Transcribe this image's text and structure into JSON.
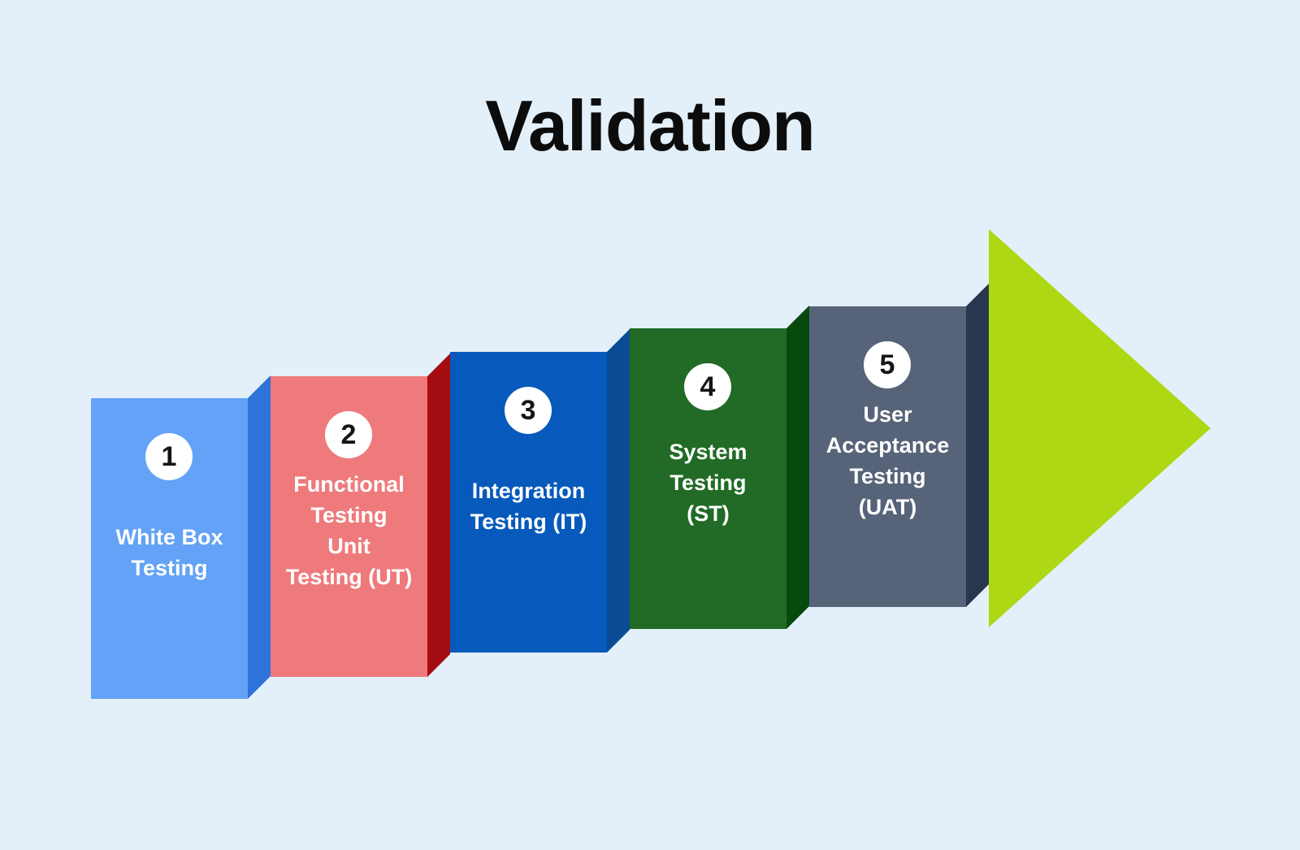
{
  "title": "Validation",
  "colors": {
    "background": "#e3f0fa",
    "title_text": "#0c0c0d",
    "label_text": "#ffffff",
    "badge_bg": "#ffffff",
    "badge_text": "#151515",
    "arrow": "#aed714"
  },
  "steps": [
    {
      "number": "1",
      "lines": [
        "White Box",
        "Testing"
      ],
      "front_color": "#63a2f6",
      "side_color": "#2d73d9"
    },
    {
      "number": "2",
      "lines": [
        "Functional",
        "Testing",
        "Unit",
        "Testing (UT)"
      ],
      "front_color": "#ee7a7c",
      "side_color": "#a30d12"
    },
    {
      "number": "3",
      "lines": [
        "Integration",
        "Testing (IT)"
      ],
      "front_color": "#075abb",
      "side_color": "#0a4c94"
    },
    {
      "number": "4",
      "lines": [
        "System",
        "Testing",
        "(ST)"
      ],
      "front_color": "#216b26",
      "side_color": "#084a0e"
    },
    {
      "number": "5",
      "lines": [
        "User",
        "Acceptance",
        "Testing",
        "(UAT)"
      ],
      "front_color": "#566378",
      "side_color": "#293650"
    }
  ]
}
